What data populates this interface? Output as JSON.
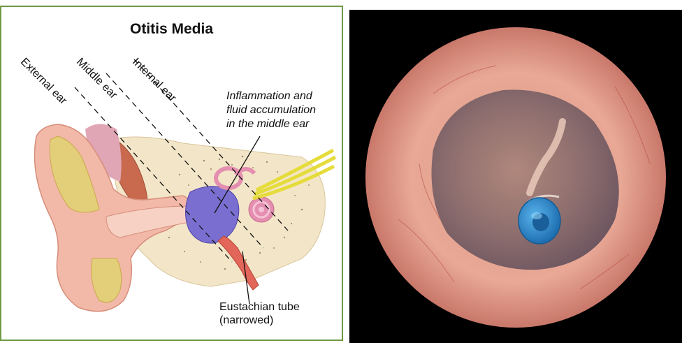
{
  "diagram": {
    "title": "Otitis Media",
    "region_labels": {
      "external": "External ear",
      "middle": "Middle ear",
      "internal": "Internal ear"
    },
    "callout_inflammation": [
      "Inflammation and",
      "fluid accumulation",
      "in the middle ear"
    ],
    "callout_eustachian": [
      "Eustachian tube",
      "(narrowed)"
    ]
  },
  "otoscope": {
    "tube_color": "#2f8fd0"
  },
  "colors": {
    "border_green": "#6e9a45",
    "ear_skin": "#f2b9a8",
    "fluid_blue": "#7a6fd0",
    "nerve_yellow": "#e5dc3c",
    "cochlea_pink": "#e58fb0"
  }
}
